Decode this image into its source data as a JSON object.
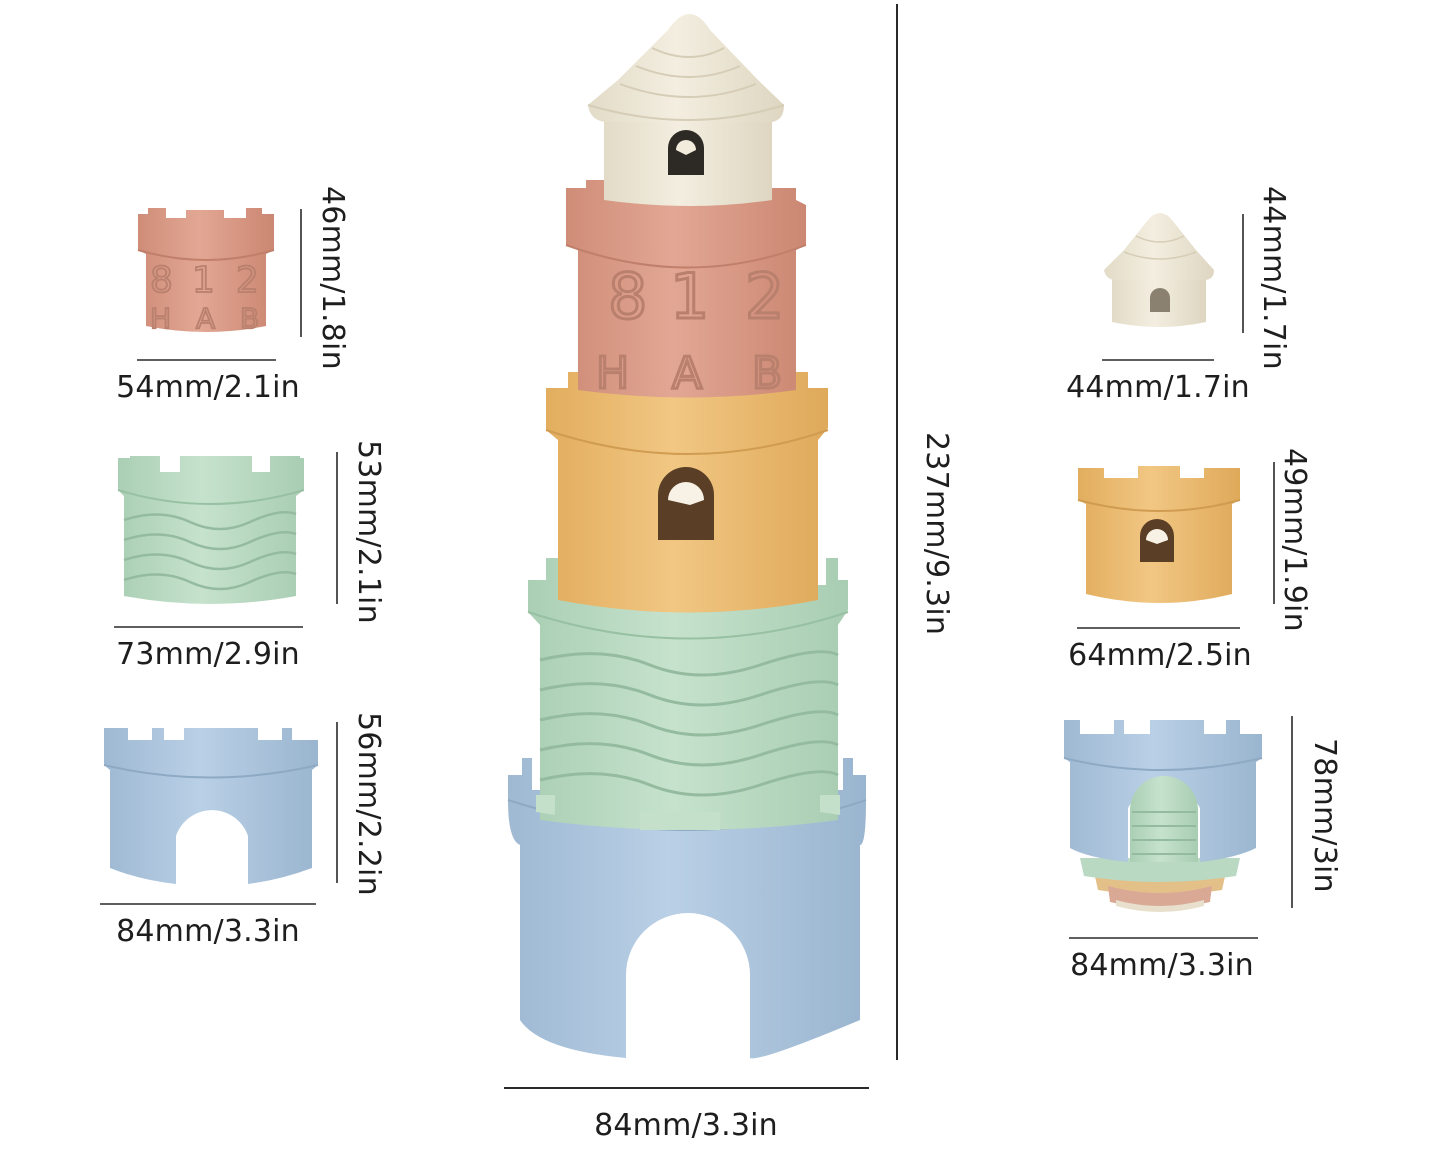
{
  "colors": {
    "blue": "#a9c3dc",
    "green": "#b9d9c2",
    "yellow": "#ecbc6f",
    "terracotta": "#d99a86",
    "cream": "#ece6d5",
    "line": "#2a2a2a"
  },
  "tower": {
    "width_label": "84mm/3.3in",
    "height_label": "237mm/9.3in",
    "top_numbers": [
      "8",
      "1",
      "2"
    ],
    "top_letters": [
      "H",
      "A",
      "B"
    ]
  },
  "pieces": {
    "terracotta": {
      "width_label": "54mm/2.1in",
      "height_label": "46mm/1.8in",
      "numbers": [
        "8",
        "1",
        "2"
      ],
      "letters": [
        "H",
        "A",
        "B"
      ]
    },
    "green": {
      "width_label": "73mm/2.9in",
      "height_label": "53mm/2.1in"
    },
    "blue": {
      "width_label": "84mm/3.3in",
      "height_label": "56mm/2.2in"
    },
    "cream": {
      "width_label": "44mm/1.7in",
      "height_label": "44mm/1.7in"
    },
    "yellow": {
      "width_label": "64mm/2.5in",
      "height_label": "49mm/1.9in"
    },
    "nested": {
      "width_label": "84mm/3.3in",
      "height_label": "78mm/3in"
    }
  }
}
